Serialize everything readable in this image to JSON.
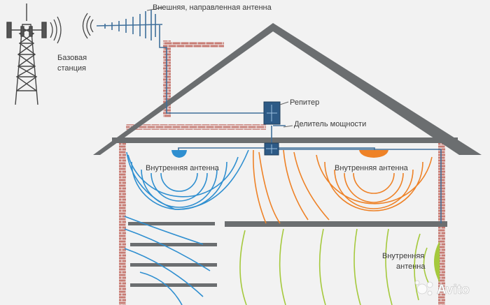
{
  "labels": {
    "base_station_line1": "Базовая",
    "base_station_line2": "станция",
    "external_antenna": "Внешняя, направленная антенна",
    "repeater": "Репитер",
    "power_divider": "Делитель мощности",
    "internal_antenna_left": "Внутренняя антенна",
    "internal_antenna_right": "Внутренняя антенна",
    "internal_antenna_lower_line1": "Внутренняя",
    "internal_antenna_lower_line2": "антенна"
  },
  "watermark": {
    "text": "Avito"
  },
  "colors": {
    "roof": "#6b6e70",
    "brick": "#c77b73",
    "cable": "#3f6f9a",
    "wave_blue": "#2f8fd0",
    "wave_orange": "#ee8227",
    "wave_green": "#a5c93d",
    "tower": "#444444"
  },
  "icons": {
    "base_station": "cell-tower-icon",
    "external_antenna": "yagi-antenna-icon",
    "repeater": "repeater-box-icon",
    "divider": "power-divider-icon",
    "watermark": "avito-logo-icon"
  }
}
